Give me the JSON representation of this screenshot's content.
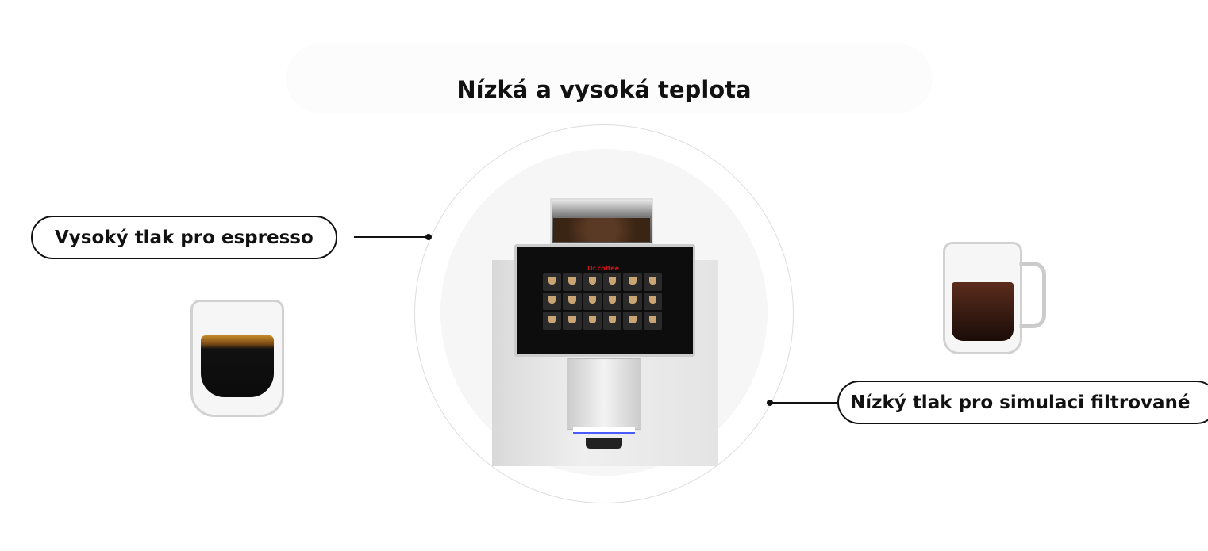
{
  "title": "Nízká a vysoká teplota",
  "labels": {
    "left": "Vysoký tlak pro espresso",
    "right": "Nízký tlak pro simulaci filtrované"
  },
  "machine": {
    "brand": "Dr.coffee"
  },
  "colors": {
    "brand": "#c8151b",
    "led": "#4a5cff"
  }
}
